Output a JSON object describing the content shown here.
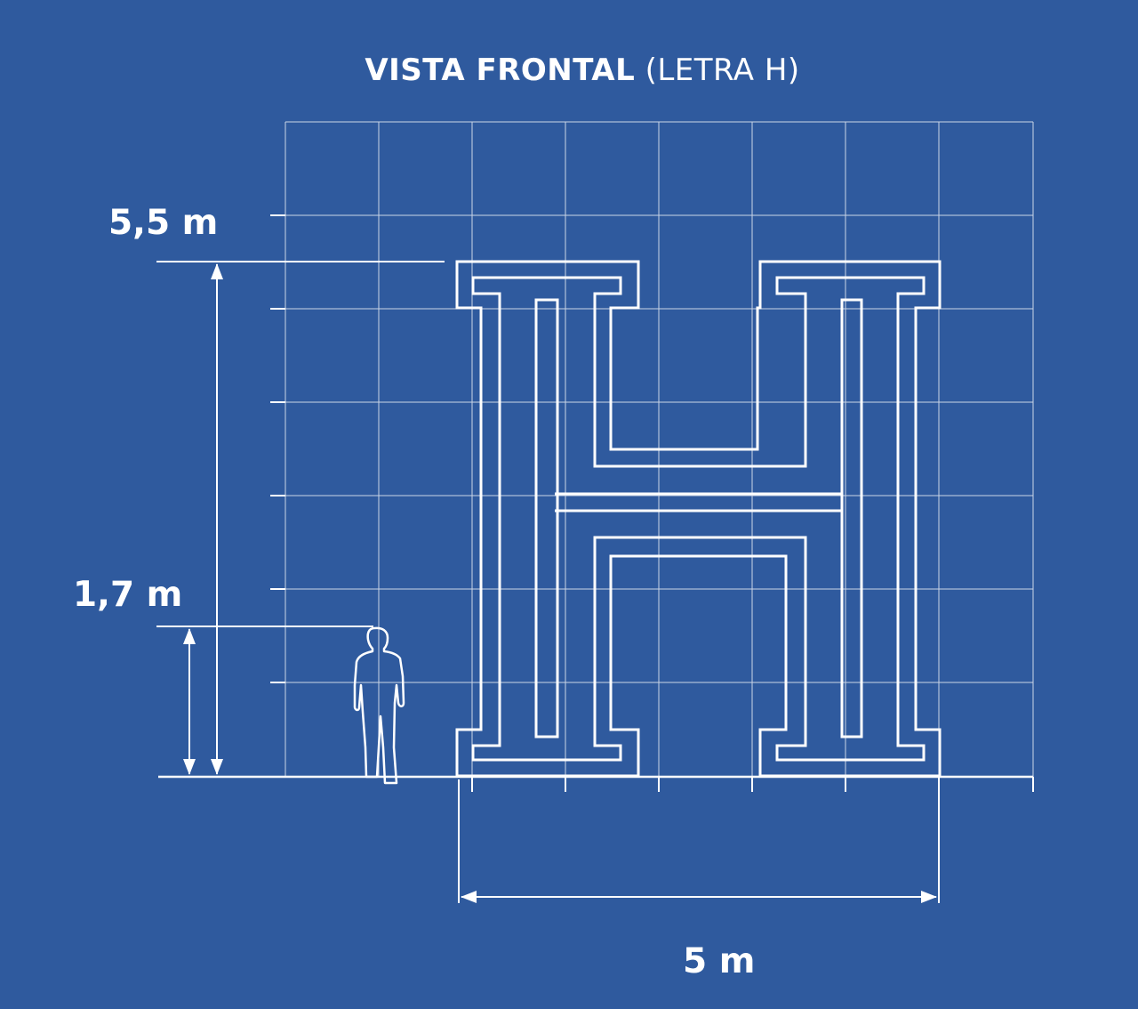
{
  "title": {
    "bold": "VISTA FRONTAL",
    "light": "(LETRA H)"
  },
  "dimensions": {
    "letter_height": "5,5 m",
    "person_height": "1,7 m",
    "letter_width": "5 m"
  },
  "icons": {
    "person": "person-silhouette-icon",
    "letter": "letter-h-outline"
  },
  "colors": {
    "background": "#2f5a9e",
    "line": "#ffffff",
    "grid": "#ffffff"
  }
}
